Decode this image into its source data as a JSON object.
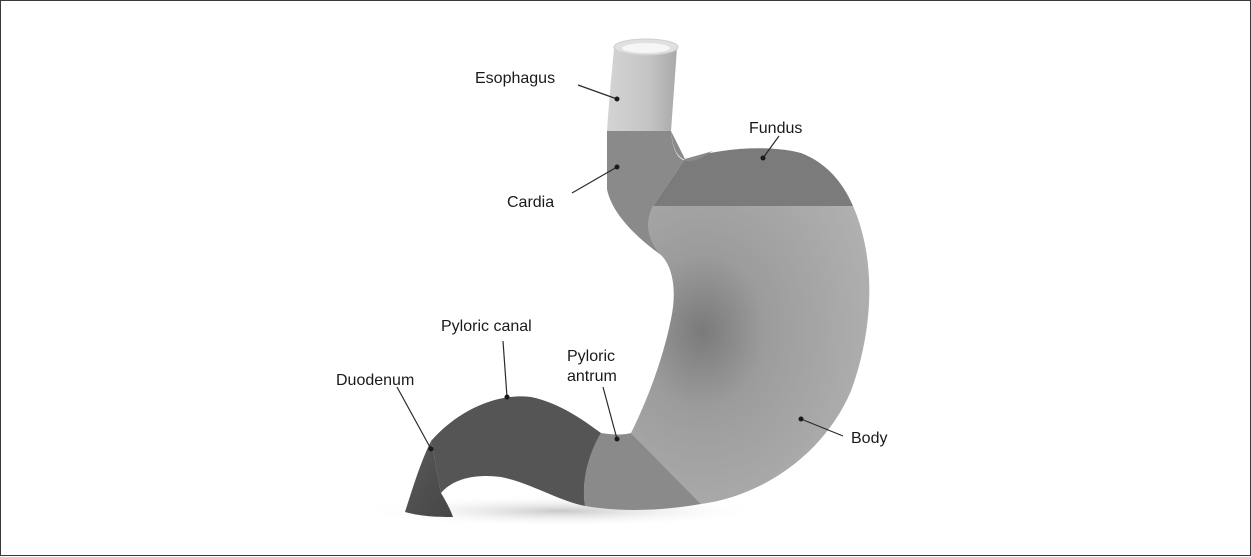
{
  "labels": {
    "esophagus": "Esophagus",
    "fundus": "Fundus",
    "cardia": "Cardia",
    "pyloric_canal": "Pyloric canal",
    "pyloric_antrum_line1": "Pyloric",
    "pyloric_antrum_line2": "antrum",
    "duodenum": "Duodenum",
    "body": "Body"
  }
}
